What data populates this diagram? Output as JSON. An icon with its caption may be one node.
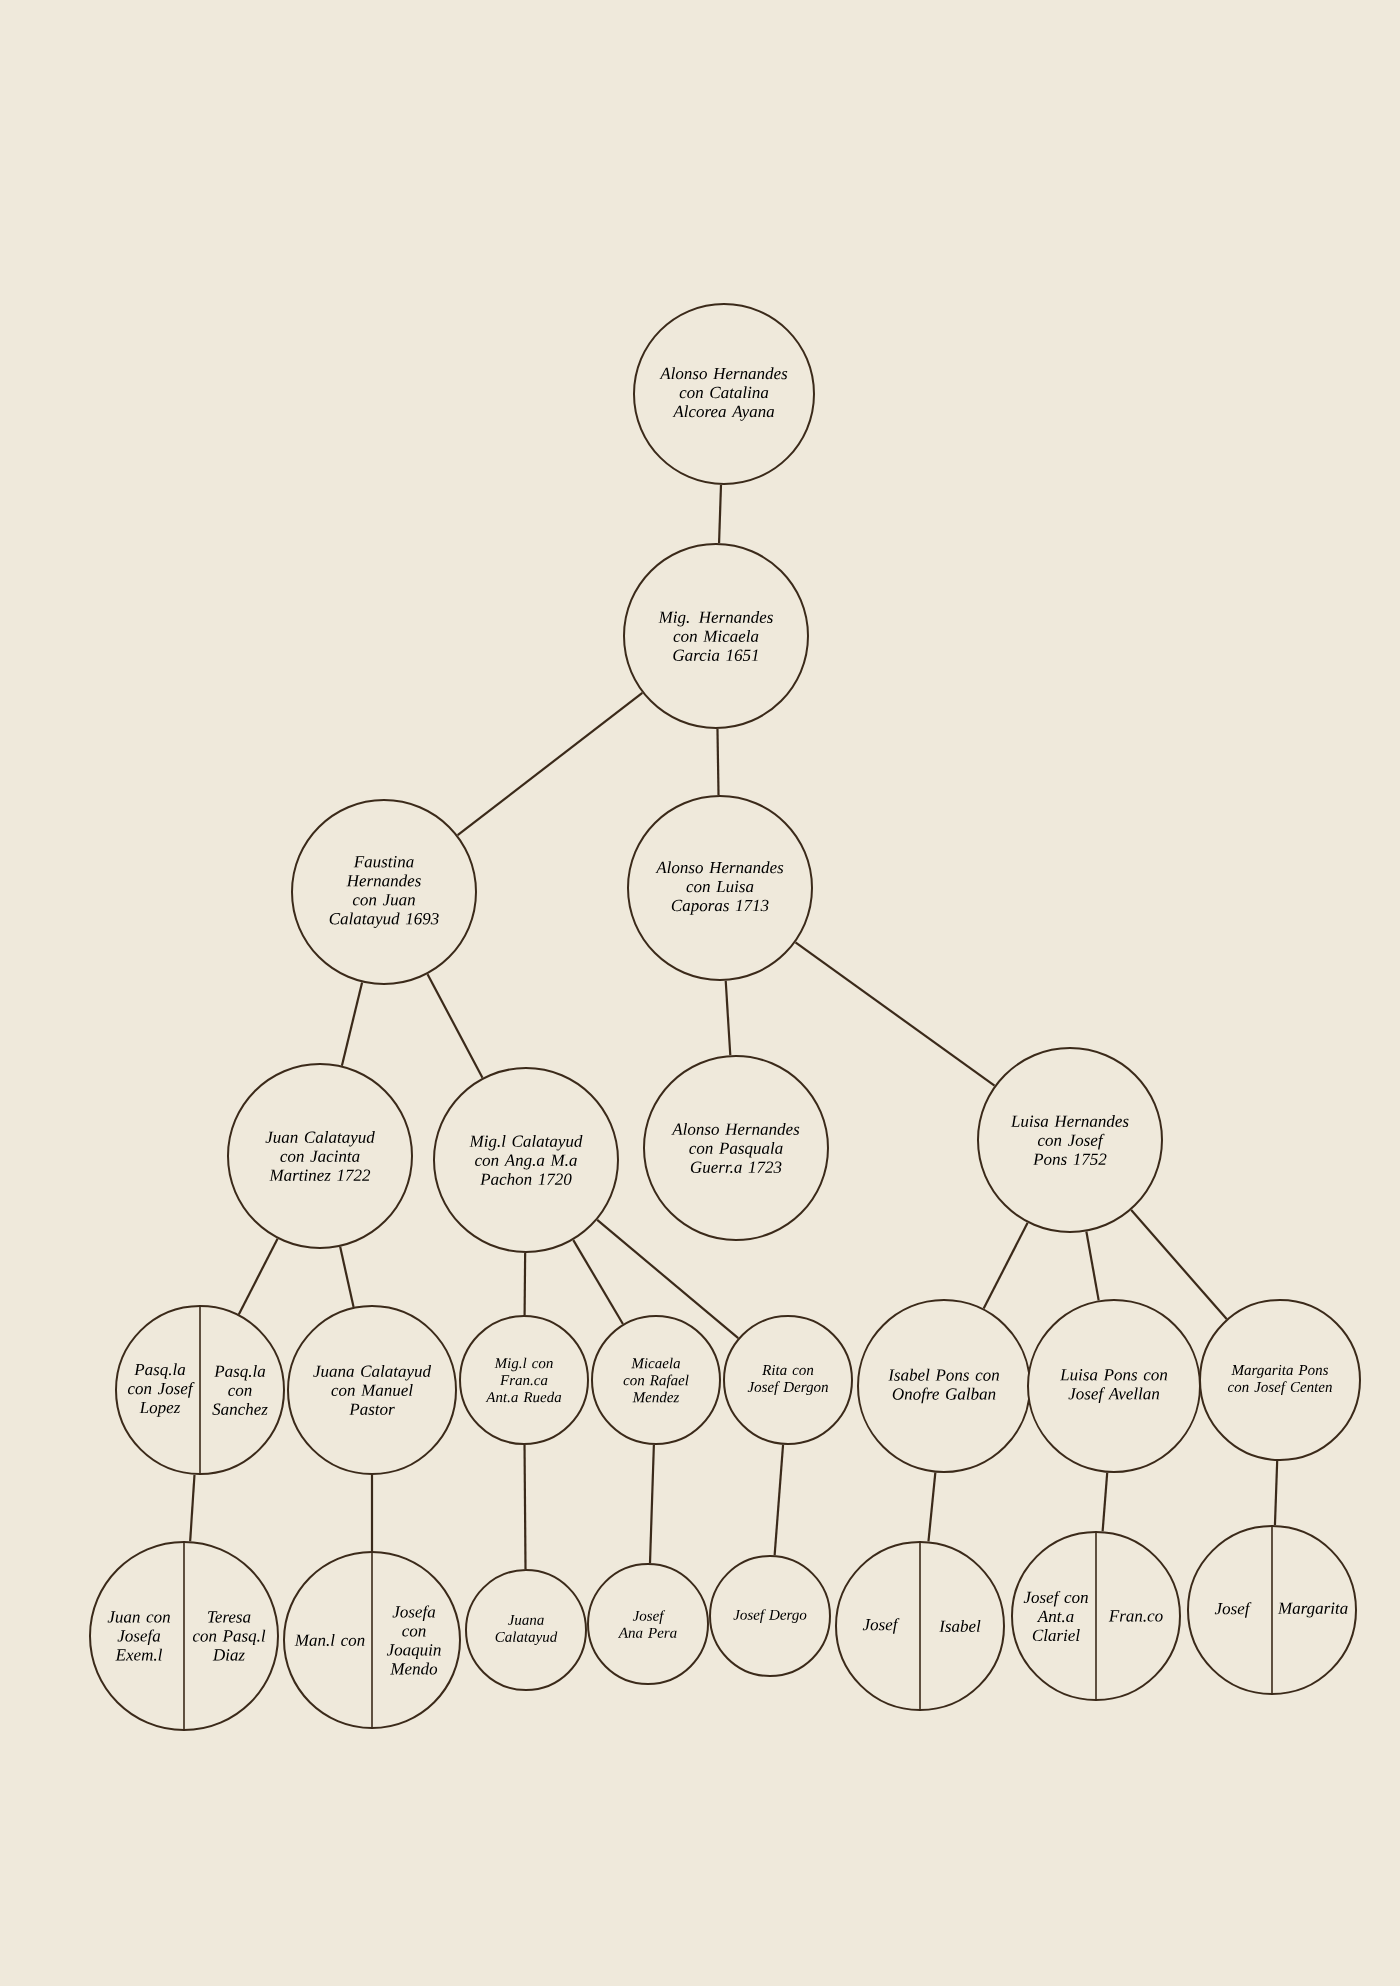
{
  "diagram": {
    "nodes": [
      {
        "text": [
          "Alonso Hernandes con Catalina Alcorea Ayana"
        ]
      },
      {
        "text": [
          "Mig. Hernandes con Micaela Garcia 1651"
        ]
      },
      {
        "text": [
          "Faustina Hernandes con Juan Calatayud 1693"
        ]
      },
      {
        "text": [
          "Alonso Hernandes con Luisa Caporas 1713"
        ]
      },
      {
        "text": [
          "Juan Calatayud con Jacinta Martinez 1722"
        ]
      },
      {
        "text": [
          "Mig.l Calatayud con Ang.a M.a Pachon 1720"
        ]
      },
      {
        "text": [
          "Alonso Hernandes con Pasquala Guerr.a 1723"
        ]
      },
      {
        "text": [
          "Luisa Hernandes con Josef Pons 1752"
        ]
      },
      {
        "text": [
          "Pasq.la con Josef Lopez",
          "Pasq.la con Sanchez"
        ]
      },
      {
        "text": [
          "Juana Calatayud con Manuel Pastor"
        ]
      },
      {
        "text": [
          "Mig.l con Fran.ca Ant.a Rueda"
        ]
      },
      {
        "text": [
          "Micaela con Rafael Mendez"
        ]
      },
      {
        "text": [
          "Rita con Josef Dergon"
        ]
      },
      {
        "text": [
          "Isabel Pons con Onofre Galban"
        ]
      },
      {
        "text": [
          "Luisa Pons con Josef Avellan"
        ]
      },
      {
        "text": [
          "Margarita Pons con Josef Centen"
        ]
      },
      {
        "text": [
          "Juan con Josefa Exem.l",
          "Teresa con Pasq.l Diaz"
        ]
      },
      {
        "text": [
          "Man.l con",
          "Josefa con Joaquin Mendo"
        ]
      },
      {
        "text": [
          "Juana Calatayud"
        ]
      },
      {
        "text": [
          "Josef Ana Pera"
        ]
      },
      {
        "text": [
          "Josef Dergo"
        ]
      },
      {
        "text": [
          "Josef",
          "Isabel"
        ]
      },
      {
        "text": [
          "Josef con Ant.a Clariel",
          "Fran.co"
        ]
      },
      {
        "text": [
          "Josef",
          "Margarita"
        ]
      }
    ],
    "edges": [
      {
        "from": 0,
        "to": 1,
        "arrow": "none"
      },
      {
        "from": 1,
        "to": 2,
        "arrow": "none"
      },
      {
        "from": 1,
        "to": 3,
        "arrow": "none"
      },
      {
        "from": 2,
        "to": 4,
        "arrow": "none"
      },
      {
        "from": 2,
        "to": 5,
        "arrow": "none"
      },
      {
        "from": 3,
        "to": 6,
        "arrow": "none"
      },
      {
        "from": 3,
        "to": 7,
        "arrow": "none"
      },
      {
        "from": 4,
        "to": 8,
        "arrow": "none"
      },
      {
        "from": 4,
        "to": 9,
        "arrow": "none"
      },
      {
        "from": 5,
        "to": 10,
        "arrow": "none"
      },
      {
        "from": 5,
        "to": 11,
        "arrow": "none"
      },
      {
        "from": 5,
        "to": 12,
        "arrow": "none"
      },
      {
        "from": 7,
        "to": 13,
        "arrow": "none"
      },
      {
        "from": 7,
        "to": 14,
        "arrow": "none"
      },
      {
        "from": 7,
        "to": 15,
        "arrow": "none"
      },
      {
        "from": 8,
        "to": 16,
        "arrow": "none"
      },
      {
        "from": 9,
        "to": 17,
        "arrow": "none"
      },
      {
        "from": 10,
        "to": 18,
        "arrow": "none"
      },
      {
        "from": 11,
        "to": 19,
        "arrow": "none"
      },
      {
        "from": 12,
        "to": 20,
        "arrow": "none"
      },
      {
        "from": 13,
        "to": 21,
        "arrow": "none"
      },
      {
        "from": 14,
        "to": 22,
        "arrow": "none"
      },
      {
        "from": 15,
        "to": 23,
        "arrow": "none"
      }
    ]
  }
}
